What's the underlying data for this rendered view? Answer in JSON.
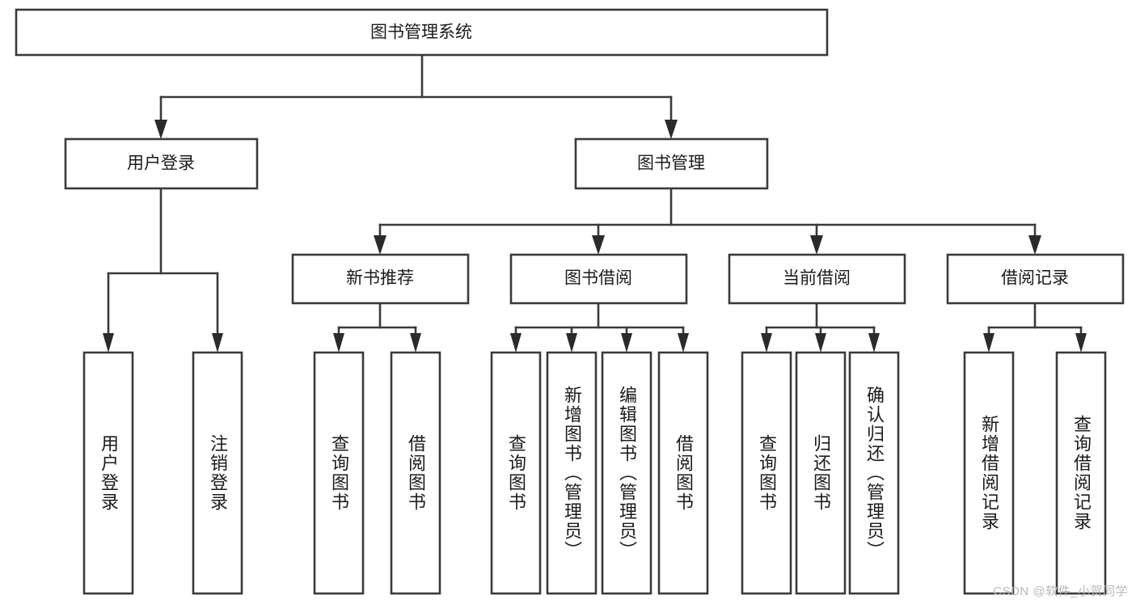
{
  "diagram": {
    "type": "tree",
    "title": "图书管理系统",
    "root": {
      "label": "图书管理系统"
    },
    "level1": [
      {
        "label": "用户登录"
      },
      {
        "label": "图书管理"
      }
    ],
    "level2": [
      {
        "label": "新书推荐"
      },
      {
        "label": "图书借阅"
      },
      {
        "label": "当前借阅"
      },
      {
        "label": "借阅记录"
      }
    ],
    "leaves": {
      "user_login": [
        {
          "label": "用户登录"
        },
        {
          "label": "注销登录"
        }
      ],
      "new_book": [
        {
          "label": "查询图书"
        },
        {
          "label": "借阅图书"
        }
      ],
      "book_borrow": [
        {
          "label": "查询图书"
        },
        {
          "label": "新增图书（管理员）"
        },
        {
          "label": "编辑图书（管理员）"
        },
        {
          "label": "借阅图书"
        }
      ],
      "current_borrow": [
        {
          "label": "查询图书"
        },
        {
          "label": "归还图书"
        },
        {
          "label": "确认归还（管理员）"
        }
      ],
      "borrow_record": [
        {
          "label": "新增借阅记录"
        },
        {
          "label": "查询借阅记录"
        }
      ]
    }
  },
  "watermark": {
    "text": "CSDN @软件_小贺同学"
  },
  "colors": {
    "stroke": "#3a3a3a",
    "text": "#1b1b1b",
    "background": "#ffffff",
    "watermark": "#b9b9b9"
  }
}
